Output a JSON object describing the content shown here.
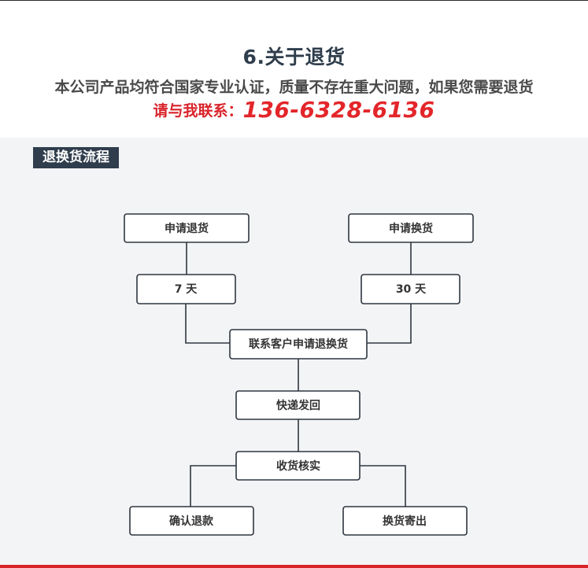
{
  "header": {
    "title": "6.关于退货",
    "subtitle": "本公司产品均符合国家专业认证，质量不存在重大问题，如果您需要退货",
    "contact_label": "请与我联系：",
    "contact_phone": "136-6328-6136"
  },
  "section": {
    "tag": "退换货流程"
  },
  "flow": {
    "nodes": {
      "apply_return": "申请退货",
      "apply_exchange": "申请换货",
      "seven_days": "7 天",
      "thirty_days": "30 天",
      "contact_service": "联系客户申请退换货",
      "ship_back": "快递发回",
      "verify_receipt": "收货核实",
      "confirm_refund": "确认退款",
      "ship_exchange": "换货寄出"
    }
  },
  "colors": {
    "title": "#2f3d4c",
    "accent_red": "#e3262a",
    "panel_bg": "#f3f4f6",
    "tag_bg": "#2f3d4c",
    "line": "#2f3640"
  }
}
